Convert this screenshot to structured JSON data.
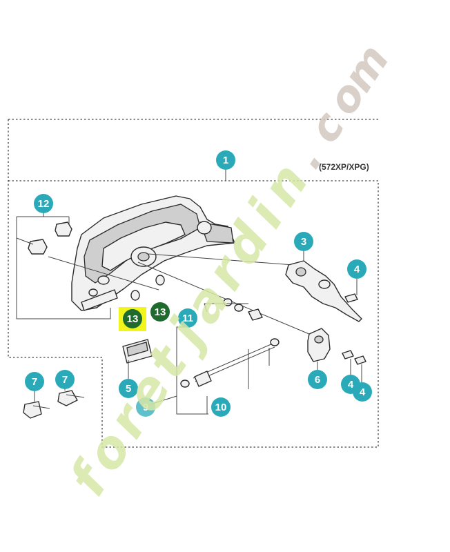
{
  "diagram": {
    "model_label": "(572XP/XPG)",
    "watermark": {
      "text": "foretjardin.com",
      "color_green": "#d6e6a6",
      "color_orange": "#f6cf9c",
      "color_gray": "#d2c8c0"
    },
    "colors": {
      "callout": "#2aaab8",
      "callout_dark": "#1f6b2e",
      "highlight": "#f2f51c",
      "line": "#444444"
    },
    "callouts": [
      {
        "label": "1",
        "variant": "teal"
      },
      {
        "label": "3",
        "variant": "teal"
      },
      {
        "label": "4",
        "variant": "teal"
      },
      {
        "label": "12",
        "variant": "teal"
      },
      {
        "label": "13",
        "variant": "dark-highlighted"
      },
      {
        "label": "13",
        "variant": "dark"
      },
      {
        "label": "11",
        "variant": "teal"
      },
      {
        "label": "5",
        "variant": "teal"
      },
      {
        "label": "9",
        "variant": "teal-faded"
      },
      {
        "label": "10",
        "variant": "teal"
      },
      {
        "label": "6",
        "variant": "teal"
      },
      {
        "label": "4",
        "variant": "teal"
      },
      {
        "label": "4",
        "variant": "teal"
      },
      {
        "label": "7",
        "variant": "teal"
      },
      {
        "label": "7",
        "variant": "teal"
      }
    ]
  }
}
